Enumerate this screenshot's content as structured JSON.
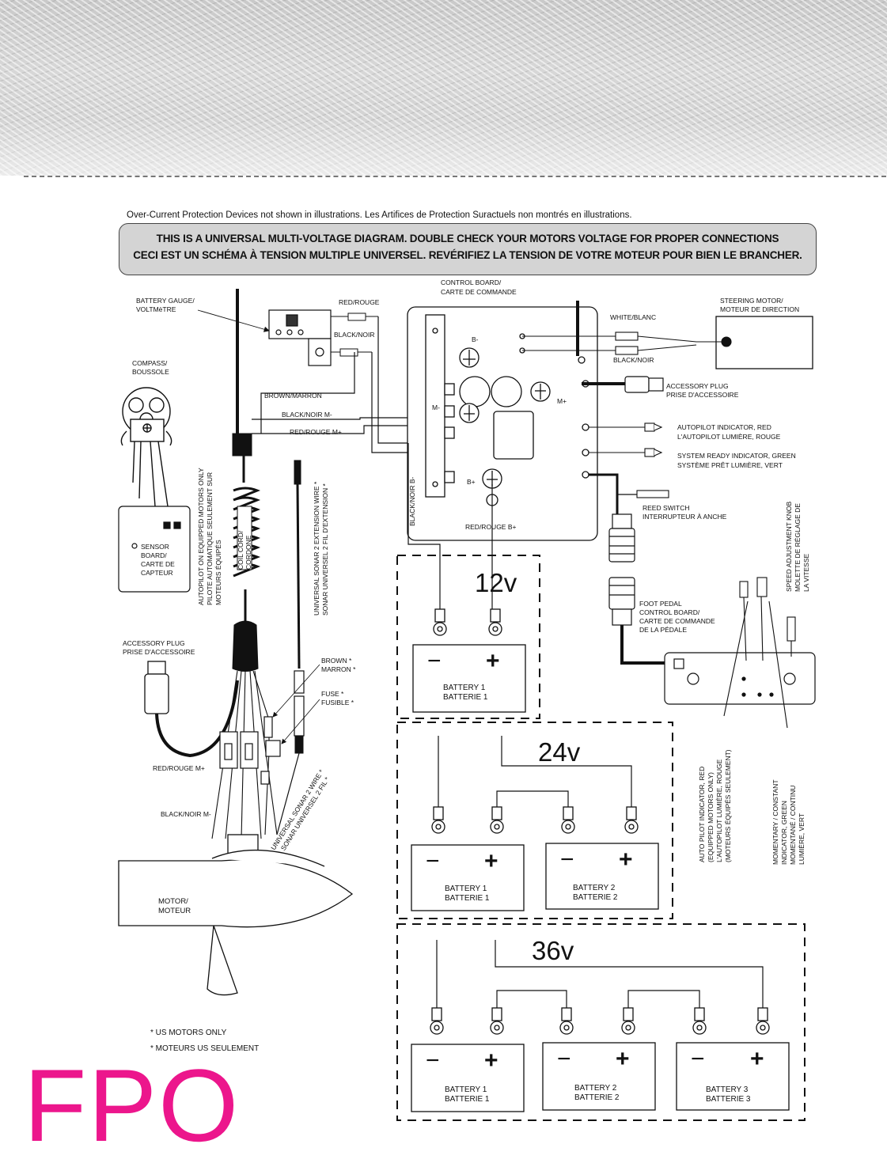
{
  "header_note": "Over-Current Protection Devices not shown in illustrations.  Les Artifices de Protection Suractuels non montrés en illustrations.",
  "banner": {
    "line1": "THIS IS A UNIVERSAL MULTI-VOLTAGE DIAGRAM. DOUBLE CHECK YOUR MOTORS VOLTAGE FOR PROPER CONNECTIONS",
    "line2": "CECI EST UN SCHÉMA À TENSION MULTIPLE UNIVERSEL. REVÉRIFIEZ LA TENSION DE VOTRE MOTEUR POUR BIEN LE BRANCHER."
  },
  "labels": {
    "battery_gauge": [
      "BATTERY GAUGE/",
      "VOLTMèTRE"
    ],
    "red_rouge": "RED/ROUGE",
    "black_noir": "BLACK/NOIR",
    "control_board": [
      "CONTROL BOARD/",
      "CARTE DE COMMANDE"
    ],
    "compass": [
      "COMPASS/",
      "BOUSSOLE"
    ],
    "brown_marron": "BROWN/MARRON",
    "black_noir_m": "BLACK/NOIR M-",
    "red_rouge_m": "RED/ROUGE M+",
    "b_minus": "B-",
    "m_minus": "M-",
    "m_plus": "M+",
    "b_plus": "B+",
    "black_noir_b": "BLACK/NOIR B-",
    "red_rouge_b": "RED/ROUGE B+",
    "white_blanc": "WHITE/BLANC",
    "black_noir_2": "BLACK/NOIR",
    "steering_motor": [
      "STEERING MOTOR/",
      "MOTEUR DE DIRECTION"
    ],
    "accessory_plug_right": [
      "ACCESSORY PLUG",
      "PRISE D'ACCESSOIRE"
    ],
    "autopilot_indicator": [
      "AUTOPILOT INDICATOR, RED",
      "L'AUTOPILOT LUMIÈRE, ROUGE"
    ],
    "system_ready": [
      "SYSTEM READY INDICATOR, GREEN",
      "SYSTÈME PRÊT LUMIÈRE, VERT"
    ],
    "reed_switch": [
      "REED SWITCH",
      "INTERRUPTEUR À ANCHE"
    ],
    "speed_knob": [
      "SPEED ADJUSTMENT KNOB",
      "MOLETTE DE RÉGLAGE DE",
      "LA VITESSE"
    ],
    "foot_pedal": [
      "FOOT PEDAL",
      "CONTROL BOARD/",
      "CARTE DE COMMANDE",
      "DE LA PÉDALE"
    ],
    "autopilot_rotated": [
      "AUTOPILOT ON EQUIPPED MOTORS ONLY",
      "PILOTE AUTOMATIQUE SEULEMENT SUR",
      "MOTEURS ÉQUIPÉS"
    ],
    "sensor_board": [
      "SENSOR",
      "BOARD/",
      "CARTE DE",
      "CAPTEUR"
    ],
    "coil_cord": [
      "COIL CORD/",
      "CORDONE"
    ],
    "sonar_ext": [
      "UNIVERSAL SONAR 2 EXTENSION WIRE *",
      "SONAR UNIVERSEL 2 FIL D'EXTENSION *"
    ],
    "accessory_plug_left": [
      "ACCESSORY PLUG",
      "PRISE D'ACCESSOIRE"
    ],
    "brown_star": [
      "BROWN *",
      "MARRON *"
    ],
    "fuse_star": [
      "FUSE *",
      "FUSIBLE *"
    ],
    "red_rouge_m_lower": "RED/ROUGE M+",
    "black_noir_m_lower": "BLACK/NOIR M-",
    "sonar_2wire": [
      "UNIVERSAL SONAR 2 WIRE *",
      "SONAR UNIVERSEL 2 FIL *"
    ],
    "motor": [
      "MOTOR/",
      "MOTEUR"
    ],
    "autopilot_indicator_rot": [
      "AUTO PILOT INDICATOR, RED",
      "(EQUIPPED MOTORS ONLY)",
      "L'AUTOPILOT LUMIÈRE, ROUGE",
      "(MOTEURS ÉQUIPÉS SEULEMENT)"
    ],
    "momentary_rot": [
      "MOMENTARY / CONSTANT",
      "INDICATOR, GREEN",
      "MOMENTANÉ / CONTINU",
      "LUMIÈRE, VERT"
    ]
  },
  "voltages": [
    "12v",
    "24v",
    "36v"
  ],
  "batteries": {
    "b1": [
      "BATTERY 1",
      "BATTERIE 1"
    ],
    "b2": [
      "BATTERY 2",
      "BATTERIE 2"
    ],
    "b3": [
      "BATTERY 3",
      "BATTERIE 3"
    ],
    "minus": "−",
    "plus": "+"
  },
  "footnotes": [
    "* US MOTORS ONLY",
    "* MOTEURS US SEULEMENT"
  ],
  "fpo": "FPO",
  "colors": {
    "fpo": "#ec168c",
    "banner_bg": "#d4d4d4",
    "ink": "#111111"
  }
}
